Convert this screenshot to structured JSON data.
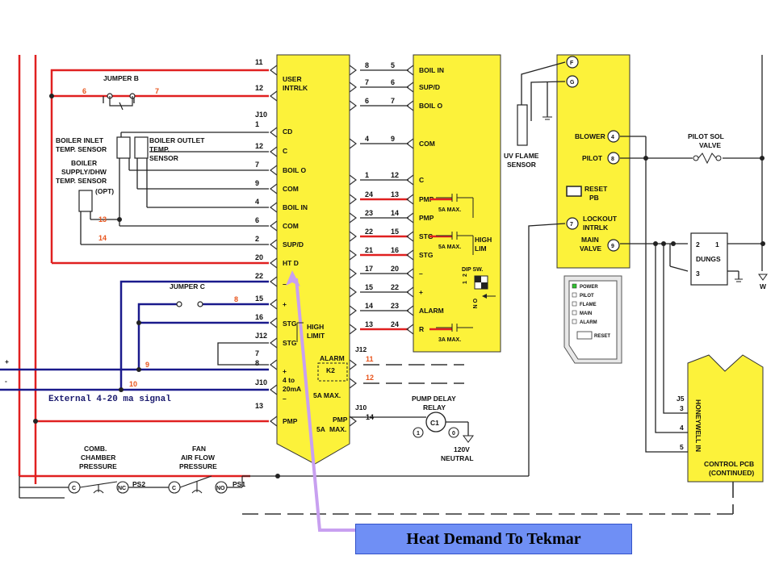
{
  "jumpers": {
    "jumper_b": "JUMPER B",
    "jumper_c": "JUMPER C"
  },
  "sensors": {
    "boiler_inlet": [
      "BOILER INLET",
      "TEMP. SENSOR"
    ],
    "boiler_outlet": [
      "BOILER OUTLET",
      "TEMP.",
      "SENSOR"
    ],
    "boiler_supply": [
      "BOILER",
      "SUPPLY/DHW",
      "TEMP. SENSOR"
    ],
    "opt": "(OPT)"
  },
  "red_numbers": {
    "n6": "6",
    "n7": "7",
    "n13": "13",
    "n14": "14",
    "n8": "8",
    "n9": "9",
    "n10": "10",
    "j11": "11",
    "j12": "12"
  },
  "left_terminals": [
    "11",
    "12",
    "J10",
    "1",
    "12",
    "7",
    "9",
    "4",
    "6",
    "2",
    "20",
    "22",
    "15",
    "16",
    "J12",
    "7",
    "8",
    "J10",
    "13"
  ],
  "left_labels": [
    "USER",
    "INTRLK",
    "CD",
    "C",
    "BOIL O",
    "COM",
    "BOIL IN",
    "COM",
    "SUP/D",
    "HT D",
    "–",
    "+",
    "STG",
    "STG",
    "+",
    "4 to",
    "20mA",
    "–",
    "PMP"
  ],
  "high_limit": [
    "HIGH",
    "LIMIT"
  ],
  "alarm_relay": {
    "title": "ALARM",
    "k": "K2",
    "rating": "5A MAX."
  },
  "pmp_relay": {
    "title": "PMP",
    "rating": "5A",
    "max": "MAX."
  },
  "mid_pins": {
    "j12": "J12",
    "j10": "J10",
    "n14": "14"
  },
  "mid_terminals": [
    [
      "8",
      "5"
    ],
    [
      "7",
      "6"
    ],
    [
      "6",
      "7"
    ],
    [
      "4",
      "9"
    ],
    [
      "1",
      "12"
    ],
    [
      "24",
      "13"
    ],
    [
      "23",
      "14"
    ],
    [
      "22",
      "15"
    ],
    [
      "21",
      "16"
    ],
    [
      "17",
      "20"
    ],
    [
      "15",
      "22"
    ],
    [
      "14",
      "23"
    ],
    [
      "13",
      "24"
    ]
  ],
  "right_labels": [
    "BOIL IN",
    "SUP/D",
    "BOIL O",
    "COM",
    "C",
    "PMP",
    "PMP",
    "STG",
    "STG",
    "–",
    "+",
    "ALARM",
    "R"
  ],
  "right_ratings": {
    "pmp": "5A  MAX.",
    "stg": "5A  MAX.",
    "alarm": "3A  MAX.",
    "high_lim": [
      "HIGH",
      "LIM"
    ]
  },
  "dip": {
    "title": "DIP  SW.",
    "on": "O N",
    "pos": [
      "1",
      "2"
    ]
  },
  "pump_delay": {
    "title": [
      "PUMP DELAY",
      "RELAY"
    ],
    "coil": "C1",
    "pin1": "1",
    "pin0": "0",
    "neutral": [
      "120V",
      "NEUTRAL"
    ]
  },
  "pressure": {
    "comb": [
      "COMB.",
      "CHAMBER",
      "PRESSURE"
    ],
    "fan": [
      "FAN",
      "AIR FLOW",
      "PRESSURE"
    ],
    "ps2": "PS2",
    "ps1": "PS1",
    "c": "C",
    "nc": "NC",
    "no": "NO"
  },
  "flame": {
    "uv": [
      "UV FLAME",
      "SENSOR"
    ],
    "f": "F",
    "g": "G"
  },
  "controller": {
    "blower": "BLOWER",
    "blower_pin": "4",
    "pilot": "PILOT",
    "pilot_pin": "8",
    "reset": [
      "RESET",
      "PB"
    ],
    "lockout": [
      "LOCKOUT",
      "INTRLK"
    ],
    "lockout_pin": "7",
    "main": [
      "MAIN",
      "VALVE"
    ],
    "main_pin": "9"
  },
  "status_panel": [
    "POWER",
    "PILOT",
    "FLAME",
    "MAIN",
    "ALARM"
  ],
  "status_reset": "RESET",
  "pilot_sol": [
    "PILOT SOL",
    "VALVE"
  ],
  "dungs": {
    "name": "DUNGS",
    "p1": "1",
    "p2": "2",
    "p3": "3"
  },
  "honeywell": {
    "name": "HONEYWELL IN",
    "j5": "J5",
    "p3": "3",
    "p4": "4",
    "p5": "5",
    "footer": [
      "CONTROL PCB",
      "(CONTINUED)"
    ]
  },
  "w_label": "W",
  "external": {
    "text": "External 4-20 ma signal",
    "plus": "+",
    "minus": "-"
  },
  "callout": "Heat Demand To Tekmar",
  "colors": {
    "yellow": "#fcf23a",
    "red": "#e02020",
    "blue": "#1a1a8c",
    "purple": "#c8a0f0",
    "callout": "#6f8ff5"
  }
}
